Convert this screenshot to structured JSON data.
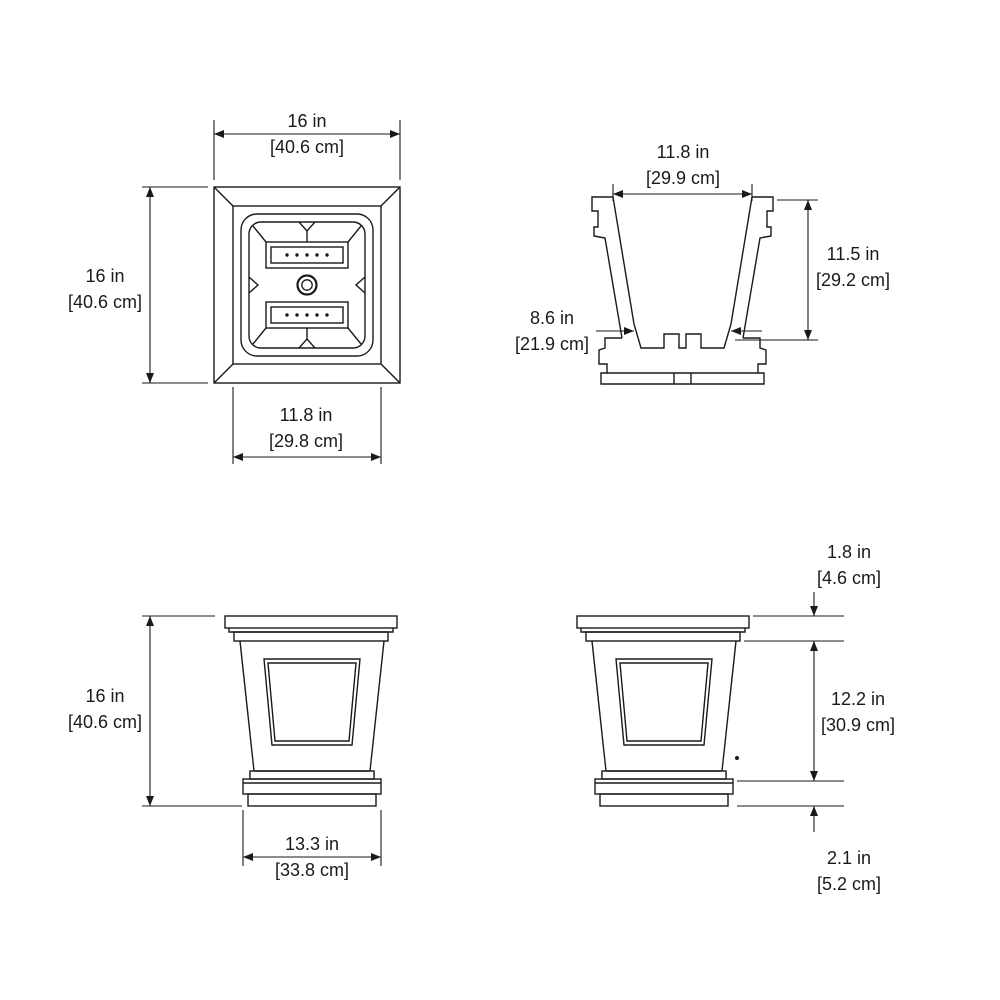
{
  "page": {
    "background": "#ffffff",
    "line_color": "#1a1a1a"
  },
  "views": {
    "top_view": {
      "overall_width": {
        "value": "16 in",
        "metric": "[40.6 cm]"
      },
      "overall_depth": {
        "value": "16 in",
        "metric": "[40.6 cm]"
      },
      "inner_opening": {
        "value": "11.8 in",
        "metric": "[29.8 cm]"
      }
    },
    "section_view": {
      "top_opening": {
        "value": "11.8 in",
        "metric": "[29.9 cm]"
      },
      "inner_depth": {
        "value": "11.5 in",
        "metric": "[29.2 cm]"
      },
      "inner_base": {
        "value": "8.6 in",
        "metric": "[21.9 cm]"
      }
    },
    "front_view": {
      "overall_height": {
        "value": "16 in",
        "metric": "[40.6 cm]"
      },
      "base_width": {
        "value": "13.3 in",
        "metric": "[33.8 cm]"
      }
    },
    "segment_view": {
      "rim_height": {
        "value": "1.8 in",
        "metric": "[4.6 cm]"
      },
      "body_height": {
        "value": "12.2 in",
        "metric": "[30.9 cm]"
      },
      "base_height": {
        "value": "2.1 in",
        "metric": "[5.2 cm]"
      }
    }
  }
}
